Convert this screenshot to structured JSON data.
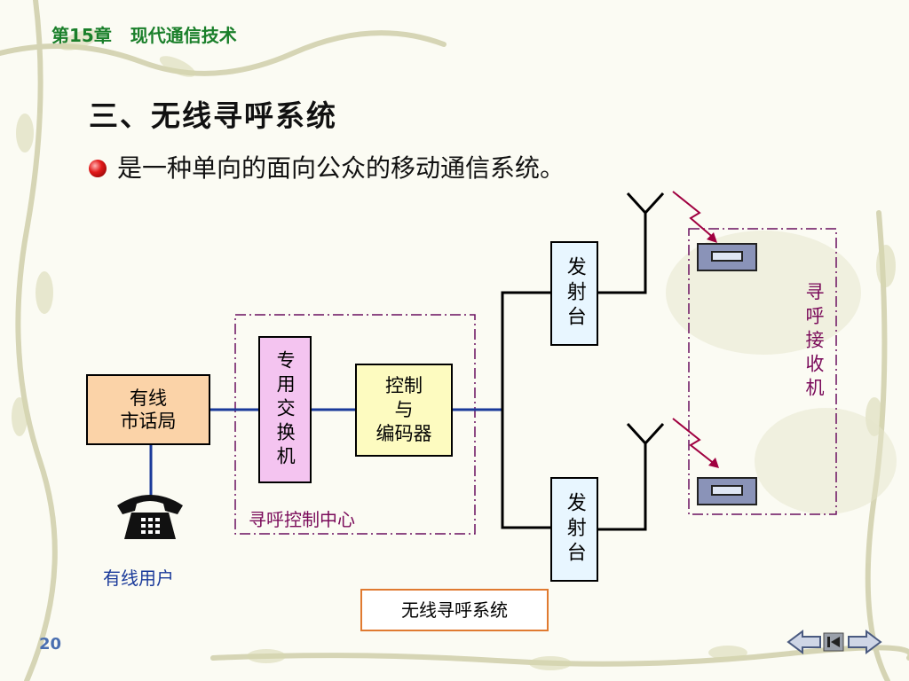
{
  "header": {
    "chapter": "第15章   现代通信技术"
  },
  "slide": {
    "title": "三、无线寻呼系统",
    "bullet": "是一种单向的面向公众的移动通信系统。",
    "page_number": "20"
  },
  "diagram": {
    "wired_office": "有线\n市话局",
    "wired_user_label": "有线用户",
    "exchange": "专用交换机",
    "controller": "控制\n与\n编码器",
    "control_center_label": "寻呼控制中心",
    "transmitter_top": "发射台",
    "transmitter_bottom": "发射台",
    "receiver_label": "寻呼接收机",
    "caption": "无线寻呼系统"
  },
  "colors": {
    "chapter": "#1a7f2a",
    "office_fill": "#fbd3a8",
    "exchange_fill": "#f4c4f0",
    "controller_fill": "#fdfbc0",
    "transmitter_fill": "#e8f6ff",
    "link_blue": "#1a3a9a",
    "dash_purple": "#6a1060",
    "signal_red": "#a00040"
  }
}
